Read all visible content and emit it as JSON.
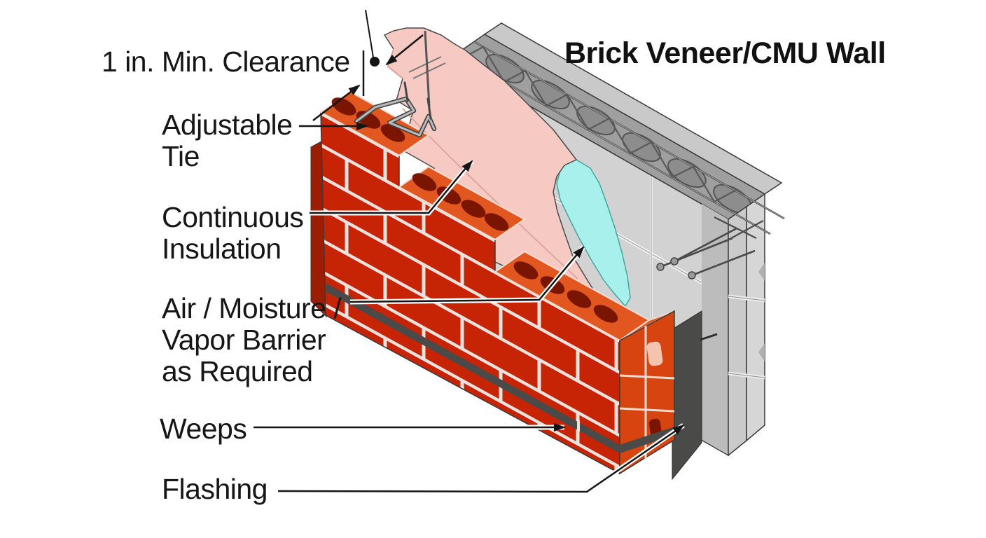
{
  "title": "Brick Veneer/CMU Wall",
  "labels": {
    "clearance": "1 in. Min. Clearance",
    "adjustable_tie": [
      "Adjustable",
      "Tie"
    ],
    "continuous_insulation": [
      "Continuous",
      "Insulation"
    ],
    "vapor_barrier": [
      "Air / Moisture /",
      "Vapor Barrier",
      "as Required"
    ],
    "weeps": "Weeps",
    "flashing": "Flashing"
  },
  "colors": {
    "background": "#ffffff",
    "text": "#161616",
    "leader_line": "#151515",
    "brick_face": "#c62404",
    "brick_top": "#e2571f",
    "brick_end": "#d8440f",
    "brick_left_shadow": "#9d1d02",
    "brick_hole": "#7a1502",
    "mortar": "#e9e2de",
    "cmu_face": "#d2d2d2",
    "cmu_top": "#9f9f9f",
    "cmu_cell": "#8d8d8d",
    "cmu_back_band": "#c9c9c9",
    "cmu_shadow_band": "#bcbcbc",
    "cmu_end_a": "#cacaca",
    "cmu_end_b": "#d6d6d6",
    "insulation_pink": "#f7c9c3",
    "barrier_cyan": "#a8f0ec",
    "flashing_dark": "#4a4a48",
    "wire": "#6b6b6b"
  }
}
